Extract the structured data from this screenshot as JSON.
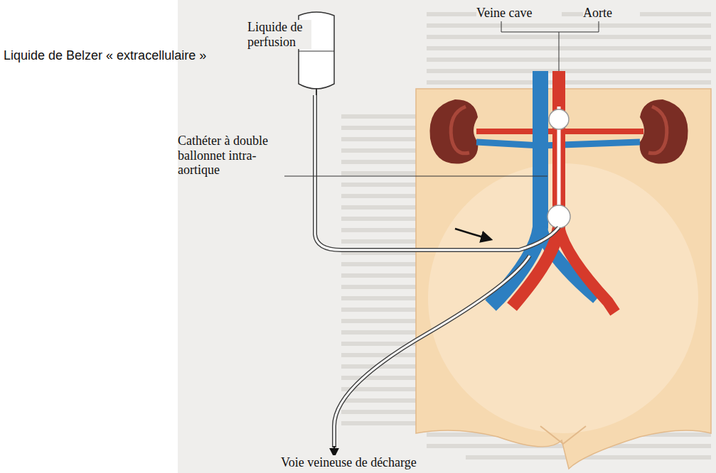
{
  "diagram": {
    "labels": [
      "Liquide de perfusion",
      "Veine cave",
      "Aorte",
      "Liquide de Belzer « extracellulaire »",
      "Cathéter à double ballonnet intra-aortique",
      "Voie veineuse de décharge"
    ]
  }
}
